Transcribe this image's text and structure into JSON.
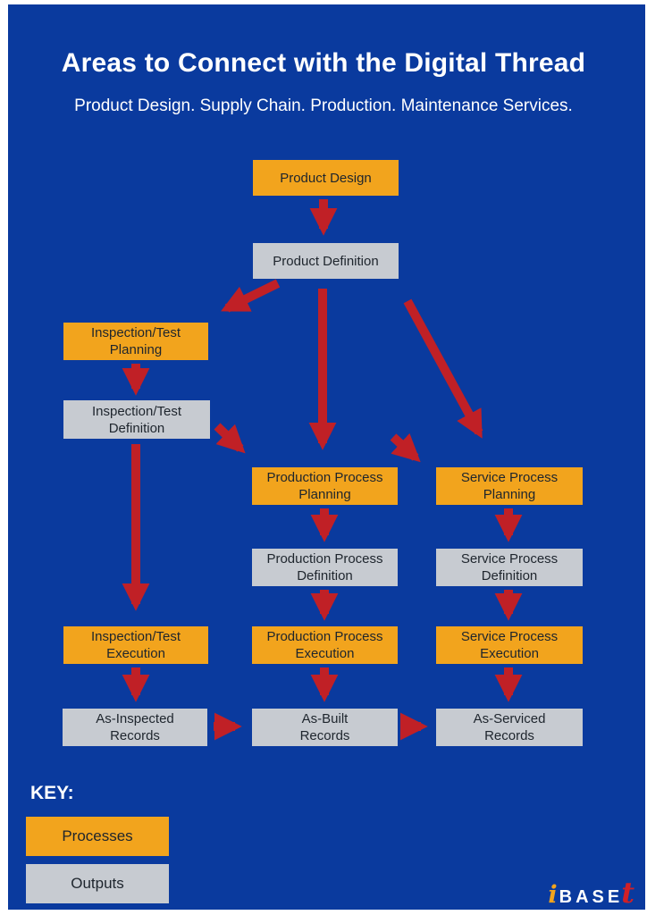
{
  "header": {
    "title": "Areas to Connect with the Digital Thread",
    "subtitle": "Product Design. Supply Chain. Production. Maintenance Services."
  },
  "colors": {
    "background": "#0a3a9e",
    "process": "#f2a41d",
    "output": "#c7cbd1",
    "arrow": "#c02026",
    "node_text": "#1e252d",
    "title_text": "#ffffff"
  },
  "diagram": {
    "nodes": [
      {
        "id": "product-design",
        "type": "process",
        "label": "Product Design"
      },
      {
        "id": "product-definition",
        "type": "output",
        "label": "Product Definition"
      },
      {
        "id": "inspection-test-planning",
        "type": "process",
        "label": "Inspection/Test\nPlanning"
      },
      {
        "id": "inspection-test-definition",
        "type": "output",
        "label": "Inspection/Test\nDefinition"
      },
      {
        "id": "production-process-planning",
        "type": "process",
        "label": "Production Process\nPlanning"
      },
      {
        "id": "service-process-planning",
        "type": "process",
        "label": "Service Process\nPlanning"
      },
      {
        "id": "production-process-definition",
        "type": "output",
        "label": "Production Process\nDefinition"
      },
      {
        "id": "service-process-definition",
        "type": "output",
        "label": "Service Process\nDefinition"
      },
      {
        "id": "inspection-test-execution",
        "type": "process",
        "label": "Inspection/Test\nExecution"
      },
      {
        "id": "production-process-execution",
        "type": "process",
        "label": "Production Process\nExecution"
      },
      {
        "id": "service-process-execution",
        "type": "process",
        "label": "Service Process\nExecution"
      },
      {
        "id": "as-inspected-records",
        "type": "output",
        "label": "As-Inspected\nRecords"
      },
      {
        "id": "as-built-records",
        "type": "output",
        "label": "As-Built\nRecords"
      },
      {
        "id": "as-serviced-records",
        "type": "output",
        "label": "As-Serviced\nRecords"
      }
    ]
  },
  "key": {
    "heading": "KEY:",
    "items": [
      {
        "label": "Processes",
        "type": "process"
      },
      {
        "label": "Outputs",
        "type": "output"
      }
    ]
  },
  "logo": {
    "i": "i",
    "base": "BASE",
    "t": "t"
  }
}
